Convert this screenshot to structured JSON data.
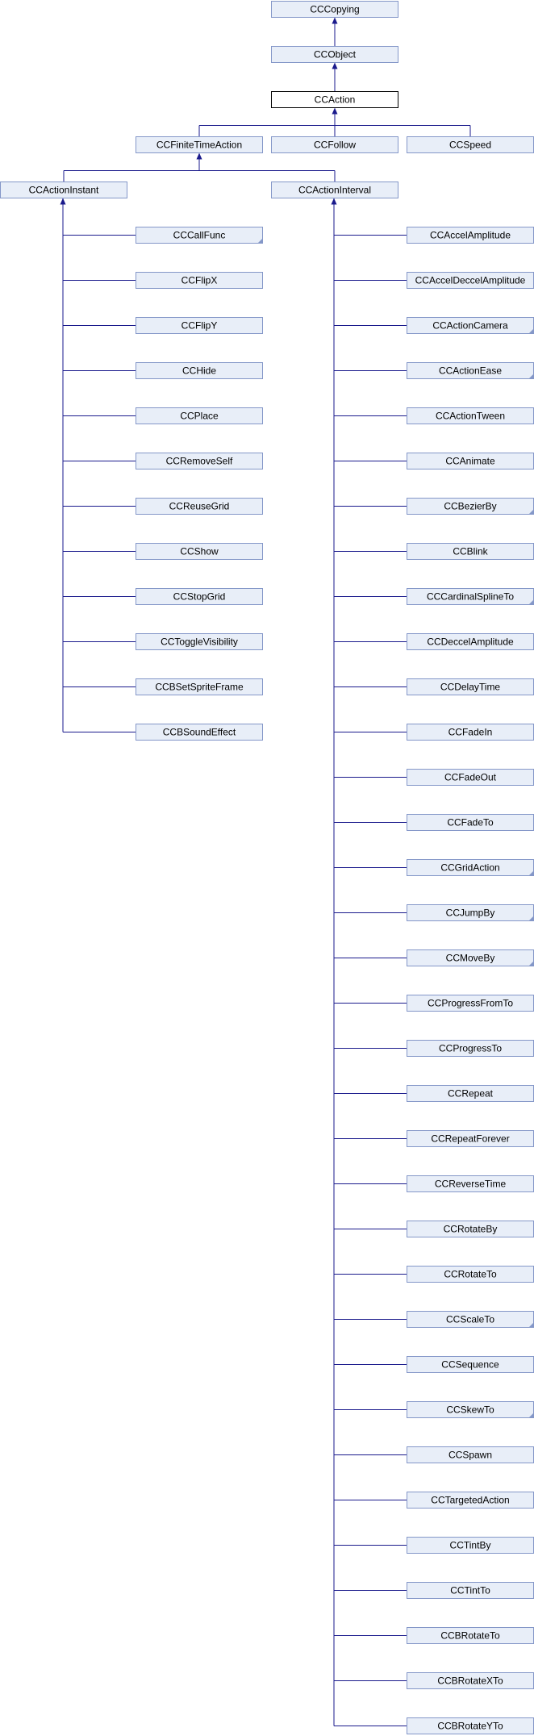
{
  "nodes": [
    {
      "id": "cccopying",
      "label": "CCCopying"
    },
    {
      "id": "ccobject",
      "label": "CCObject"
    },
    {
      "id": "ccaction",
      "label": "CCAction"
    },
    {
      "id": "ccfinitetimeaction",
      "label": "CCFiniteTimeAction"
    },
    {
      "id": "ccfollow",
      "label": "CCFollow"
    },
    {
      "id": "ccspeed",
      "label": "CCSpeed"
    },
    {
      "id": "ccactioninstant",
      "label": "CCActionInstant"
    },
    {
      "id": "ccactioninterval",
      "label": "CCActionInterval"
    },
    {
      "id": "cccallfunc",
      "label": "CCCallFunc"
    },
    {
      "id": "ccflipx",
      "label": "CCFlipX"
    },
    {
      "id": "ccflipy",
      "label": "CCFlipY"
    },
    {
      "id": "cchide",
      "label": "CCHide"
    },
    {
      "id": "ccplace",
      "label": "CCPlace"
    },
    {
      "id": "ccremoveself",
      "label": "CCRemoveSelf"
    },
    {
      "id": "ccreusegrid",
      "label": "CCReuseGrid"
    },
    {
      "id": "ccshow",
      "label": "CCShow"
    },
    {
      "id": "ccstopgrid",
      "label": "CCStopGrid"
    },
    {
      "id": "cctogglevisibility",
      "label": "CCToggleVisibility"
    },
    {
      "id": "ccbsetspriteframe",
      "label": "CCBSetSpriteFrame"
    },
    {
      "id": "ccbsoundeffect",
      "label": "CCBSoundEffect"
    },
    {
      "id": "ccaccelamplitude",
      "label": "CCAccelAmplitude"
    },
    {
      "id": "ccacceldeccelamplitude",
      "label": "CCAccelDeccelAmplitude"
    },
    {
      "id": "ccactioncamera",
      "label": "CCActionCamera"
    },
    {
      "id": "ccactionease",
      "label": "CCActionEase"
    },
    {
      "id": "ccactiontween",
      "label": "CCActionTween"
    },
    {
      "id": "ccanimate",
      "label": "CCAnimate"
    },
    {
      "id": "ccbezierby",
      "label": "CCBezierBy"
    },
    {
      "id": "ccblink",
      "label": "CCBlink"
    },
    {
      "id": "cccardinalsplineto",
      "label": "CCCardinalSplineTo"
    },
    {
      "id": "ccdeccelamplitude",
      "label": "CCDeccelAmplitude"
    },
    {
      "id": "ccdelaytime",
      "label": "CCDelayTime"
    },
    {
      "id": "ccfadein",
      "label": "CCFadeIn"
    },
    {
      "id": "ccfadeout",
      "label": "CCFadeOut"
    },
    {
      "id": "ccfadeto",
      "label": "CCFadeTo"
    },
    {
      "id": "ccgridaction",
      "label": "CCGridAction"
    },
    {
      "id": "ccjumpby",
      "label": "CCJumpBy"
    },
    {
      "id": "ccmoveby",
      "label": "CCMoveBy"
    },
    {
      "id": "ccprogressfromto",
      "label": "CCProgressFromTo"
    },
    {
      "id": "ccprogressto",
      "label": "CCProgressTo"
    },
    {
      "id": "ccrepeat",
      "label": "CCRepeat"
    },
    {
      "id": "ccrepeatforever",
      "label": "CCRepeatForever"
    },
    {
      "id": "ccreversetime",
      "label": "CCReverseTime"
    },
    {
      "id": "ccrotateby",
      "label": "CCRotateBy"
    },
    {
      "id": "ccrotateto",
      "label": "CCRotateTo"
    },
    {
      "id": "ccscaleto",
      "label": "CCScaleTo"
    },
    {
      "id": "ccsequence",
      "label": "CCSequence"
    },
    {
      "id": "ccskewto",
      "label": "CCSkewTo"
    },
    {
      "id": "ccspawn",
      "label": "CCSpawn"
    },
    {
      "id": "cctargetedaction",
      "label": "CCTargetedAction"
    },
    {
      "id": "cctintby",
      "label": "CCTintBy"
    },
    {
      "id": "cctintto",
      "label": "CCTintTo"
    },
    {
      "id": "ccbrotateto",
      "label": "CCBRotateTo"
    },
    {
      "id": "ccbrotatexto",
      "label": "CCBRotateXTo"
    },
    {
      "id": "ccbrotateyto",
      "label": "CCBRotateYTo"
    }
  ],
  "inheritance": [
    {
      "parent": "cccopying",
      "children": [
        "ccobject"
      ]
    },
    {
      "parent": "ccobject",
      "children": [
        "ccaction"
      ]
    },
    {
      "parent": "ccaction",
      "children": [
        "ccfinitetimeaction",
        "ccfollow",
        "ccspeed"
      ]
    },
    {
      "parent": "ccfinitetimeaction",
      "children": [
        "ccactioninstant",
        "ccactioninterval"
      ]
    },
    {
      "parent": "ccactioninstant",
      "children": [
        "cccallfunc",
        "ccflipx",
        "ccflipy",
        "cchide",
        "ccplace",
        "ccremoveself",
        "ccreusegrid",
        "ccshow",
        "ccstopgrid",
        "cctogglevisibility",
        "ccbsetspriteframe",
        "ccbsoundeffect"
      ]
    },
    {
      "parent": "ccactioninterval",
      "children": [
        "ccaccelamplitude",
        "ccacceldeccelamplitude",
        "ccactioncamera",
        "ccactionease",
        "ccactiontween",
        "ccanimate",
        "ccbezierby",
        "ccblink",
        "cccardinalsplineto",
        "ccdeccelamplitude",
        "ccdelaytime",
        "ccfadein",
        "ccfadeout",
        "ccfadeto",
        "ccgridaction",
        "ccjumpby",
        "ccmoveby",
        "ccprogressfromto",
        "ccprogressto",
        "ccrepeat",
        "ccrepeatforever",
        "ccreversetime",
        "ccrotateby",
        "ccrotateto",
        "ccscaleto",
        "ccsequence",
        "ccskewto",
        "ccspawn",
        "cctargetedaction",
        "cctintby",
        "cctintto",
        "ccbrotateto",
        "ccbrotatexto",
        "ccbrotateyto"
      ]
    }
  ],
  "highlighted": "ccaction",
  "has_more_subclasses": [
    "cccallfunc",
    "ccactioncamera",
    "ccactionease",
    "ccbezierby",
    "cccardinalsplineto",
    "ccgridaction",
    "ccjumpby",
    "ccmoveby",
    "ccscaleto",
    "ccskewto"
  ],
  "colors": {
    "node_fill": "#e8eef8",
    "node_border": "#8497c8",
    "highlight_fill": "#ffffff",
    "highlight_border": "#000000",
    "edge": "#1a1a8c",
    "marker": "#8497c8"
  }
}
